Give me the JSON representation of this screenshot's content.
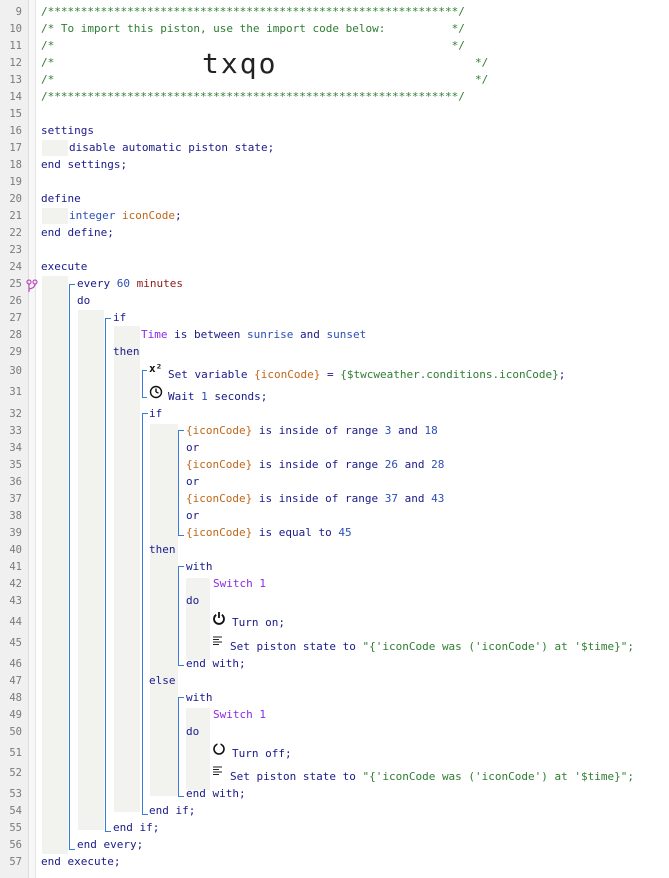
{
  "line_numbers": [
    "9",
    "10",
    "11",
    "12",
    "13",
    "14",
    "15",
    "16",
    "17",
    "18",
    "19",
    "20",
    "21",
    "22",
    "23",
    "24",
    "25",
    "26",
    "27",
    "28",
    "29",
    "30",
    "31",
    "32",
    "33",
    "34",
    "35",
    "36",
    "37",
    "38",
    "39",
    "40",
    "41",
    "42",
    "43",
    "44",
    "45",
    "46",
    "47",
    "48",
    "49",
    "50",
    "51",
    "52",
    "53",
    "54",
    "55",
    "56",
    "57"
  ],
  "header": {
    "stars": "/**************************************************************/",
    "import_line": "/* To import this piston, use the import code below:          */",
    "blank_line": "/*                                                            */",
    "blank_open": "/*",
    "blank_close": "*/",
    "import_code": "txqo"
  },
  "settings": {
    "open": "settings",
    "statement": "disable automatic piston state;",
    "close": "end settings;"
  },
  "define": {
    "open": "define",
    "type": "integer",
    "var": "iconCode",
    "semi": ";",
    "close": "end define;"
  },
  "execute": {
    "open": "execute",
    "every_kw": "every",
    "every_num": "60",
    "every_unit": "minutes",
    "do": "do",
    "if": "if",
    "time": "Time",
    "between": "is between",
    "sunrise": "sunrise",
    "and": "and",
    "sunset": "sunset",
    "then": "then",
    "x2": "x²",
    "set_var_pre": "Set variable",
    "set_var_var": "{iconCode}",
    "eq": "=",
    "set_var_val": "{$twcweather.conditions.iconCode}",
    "semi": ";",
    "wait_pre": "Wait",
    "wait_num": "1",
    "wait_unit": "seconds;",
    "if2": "if",
    "cond_var": "{iconCode}",
    "inside": "is inside of range",
    "c1a": "3",
    "c1b": "18",
    "c2a": "26",
    "c2b": "28",
    "c3a": "37",
    "c3b": "43",
    "equal": "is equal to",
    "c4": "45",
    "or": "or",
    "then2": "then",
    "with": "with",
    "device": "Switch 1",
    "do2": "do",
    "turn_on": "Turn on;",
    "turn_off": "Turn off;",
    "set_state_pre": "Set piston state to",
    "state_string": "\"{'iconCode was ('iconCode') at '$time}\";",
    "end_with": "end with;",
    "else": "else",
    "end_if2": "end if;",
    "end_if": "end if;",
    "end_every": "end every;",
    "close": "end execute;"
  }
}
